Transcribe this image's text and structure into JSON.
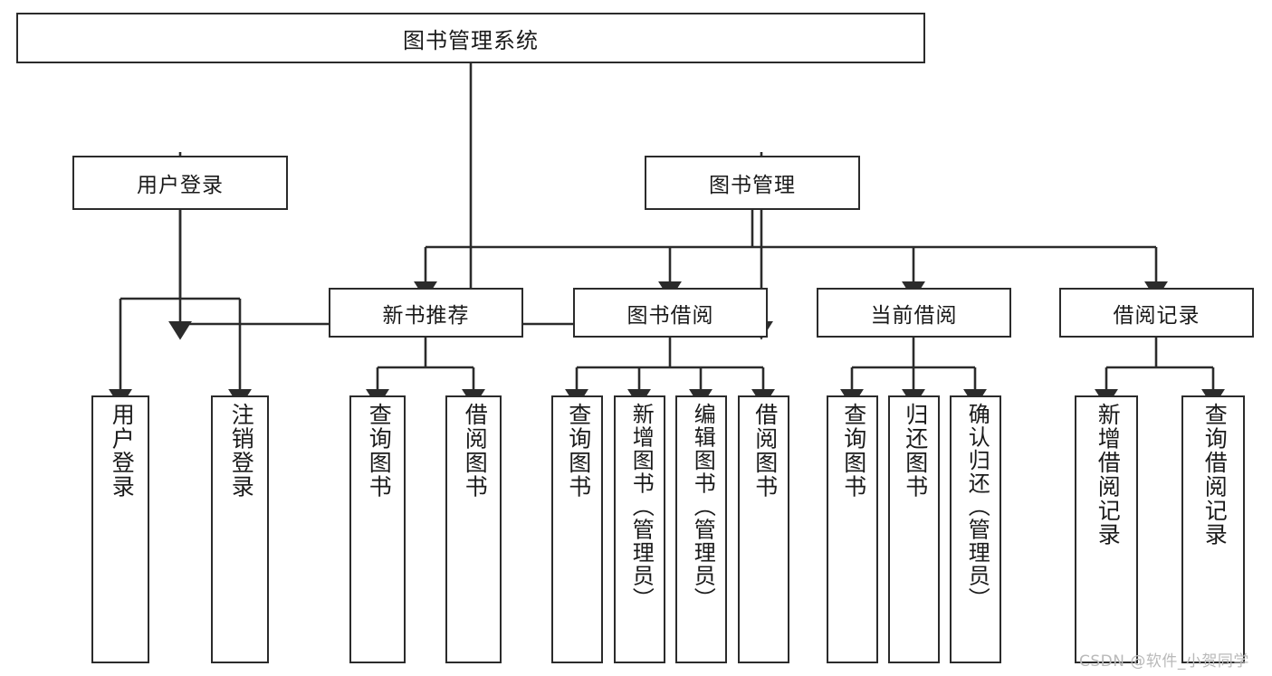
{
  "diagram": {
    "title": "图书管理系统",
    "type": "功能结构图",
    "watermark": "CSDN @软件_小贺同学",
    "colors": {
      "stroke": "#2b2b2b",
      "fill": "#ffffff",
      "text": "#1a1a1a",
      "watermark": "#b9b9b9"
    }
  },
  "root": {
    "id": "root",
    "label": "图书管理系统"
  },
  "level1": [
    {
      "id": "user-login",
      "label": "用户登录"
    },
    {
      "id": "book-manage",
      "label": "图书管理"
    }
  ],
  "level2": [
    {
      "id": "new-book-rec",
      "label": "新书推荐",
      "parent": "book-manage"
    },
    {
      "id": "book-borrow",
      "label": "图书借阅",
      "parent": "book-manage"
    },
    {
      "id": "current-borrow",
      "label": "当前借阅",
      "parent": "book-manage"
    },
    {
      "id": "borrow-record",
      "label": "借阅记录",
      "parent": "book-manage"
    }
  ],
  "leaves": {
    "user_login": [
      {
        "id": "leaf-user-login",
        "label": "用户登录"
      },
      {
        "id": "leaf-logout-login",
        "label": "注销登录"
      }
    ],
    "new_book_rec": [
      {
        "id": "leaf-query-book-1",
        "label": "查询图书"
      },
      {
        "id": "leaf-borrow-book-1",
        "label": "借阅图书"
      }
    ],
    "book_borrow": [
      {
        "id": "leaf-query-book-2",
        "label": "查询图书"
      },
      {
        "id": "leaf-add-book",
        "label": "新增图书（管理员）"
      },
      {
        "id": "leaf-edit-book",
        "label": "编辑图书（管理员）"
      },
      {
        "id": "leaf-borrow-book-2",
        "label": "借阅图书"
      }
    ],
    "current_borrow": [
      {
        "id": "leaf-query-book-3",
        "label": "查询图书"
      },
      {
        "id": "leaf-return-book",
        "label": "归还图书"
      },
      {
        "id": "leaf-confirm-return",
        "label": "确认归还（管理员）"
      }
    ],
    "borrow_record": [
      {
        "id": "leaf-add-record",
        "label": "新增借阅记录"
      },
      {
        "id": "leaf-query-record",
        "label": "查询借阅记录"
      }
    ]
  }
}
